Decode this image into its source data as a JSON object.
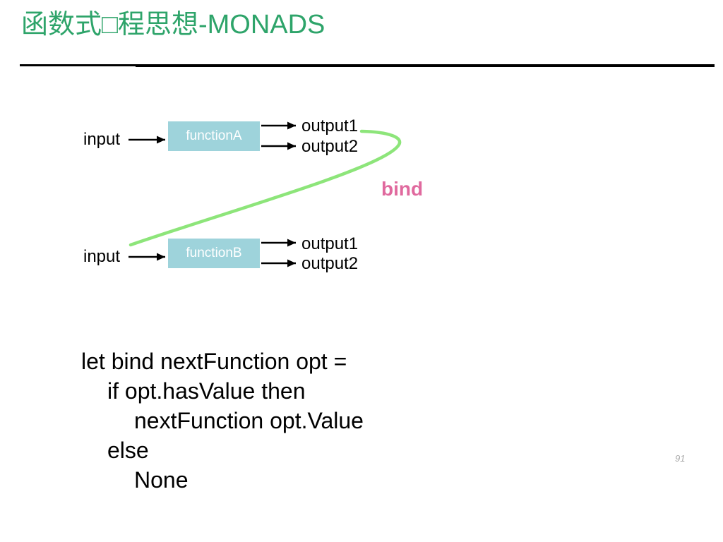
{
  "title": "函数式□程思想-MONADS",
  "page_number": "91",
  "diagram": {
    "bind_label": "bind",
    "rows": [
      {
        "input_label": "input",
        "function_label": "functionA",
        "output1": "output1",
        "output2": "output2"
      },
      {
        "input_label": "input",
        "function_label": "functionB",
        "output1": "output1",
        "output2": "output2"
      }
    ]
  },
  "code": {
    "lines": [
      "let bind nextFunction opt =",
      "if opt.hasValue then",
      "nextFunction opt.Value",
      "else",
      "None"
    ]
  },
  "colors": {
    "title_green": "#2EA46A",
    "function_box_teal": "#9ED3DB",
    "function_box_text": "#FFFFFF",
    "bind_curve_green": "#8DE57A",
    "bind_label_pink": "#E0699E",
    "arrow_black": "#000000",
    "page_number_gray": "#A8A8A8"
  }
}
